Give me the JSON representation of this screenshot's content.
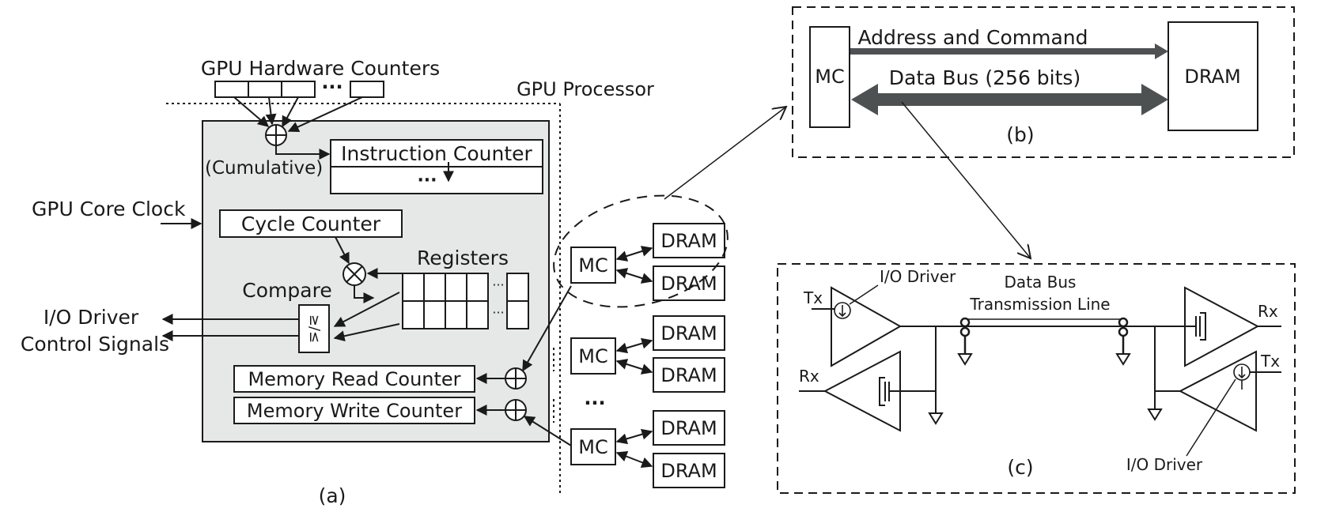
{
  "panel_a": {
    "hw_counters_title": "GPU Hardware Counters",
    "hw_counters_ellipsis": "···",
    "gpu_processor_label": "GPU Processor",
    "cumulative_label": "(Cumulative)",
    "instruction_counter_label": "Instruction Counter",
    "instruction_ellipsis": "···",
    "core_clock_label": "GPU Core Clock",
    "cycle_counter_label": "Cycle Counter",
    "registers_label": "Registers",
    "compare_label": "Compare",
    "compare_symbol": "≥/≤",
    "reg_ellipsis_top": "···",
    "reg_ellipsis_bottom": "···",
    "io_driver_line1": "I/O Driver",
    "io_driver_line2": "Control Signals",
    "memory_read_counter_label": "Memory Read Counter",
    "memory_write_counter_label": "Memory Write Counter",
    "mc_label": "MC",
    "dram_label": "DRAM",
    "mc_ellipsis": "···",
    "caption": "(a)"
  },
  "panel_b": {
    "mc_label": "MC",
    "dram_label": "DRAM",
    "address_command_label": "Address and Command",
    "data_bus_label": "Data Bus (256 bits)",
    "caption": "(b)"
  },
  "panel_c": {
    "io_driver_top_label": "I/O Driver",
    "data_bus_line1": "Data Bus",
    "data_bus_line2": "Transmission Line",
    "tx_left_label": "Tx",
    "rx_left_label": "Rx",
    "rx_right_label": "Rx",
    "tx_right_label": "Tx",
    "io_driver_bottom_label": "I/O Driver",
    "caption": "(c)"
  },
  "colors": {
    "ink": "#1a1a1a",
    "processor_fill": "#e6e8e8",
    "bus_arrow": "#4d5152"
  }
}
